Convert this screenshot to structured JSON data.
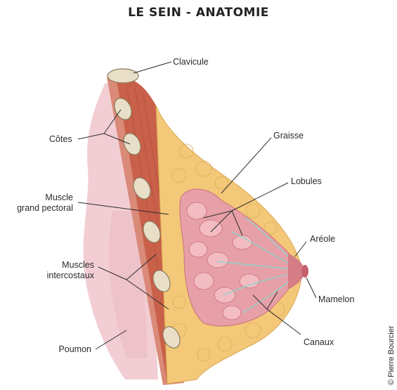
{
  "title": "LE SEIN - ANATOMIE",
  "credit": "© Pierre Bourcier",
  "labels": {
    "clavicule": "Clavicule",
    "cotes": "Côtes",
    "muscle_line1": "Muscle",
    "muscle_line2": "grand pectoral",
    "intercostaux_line1": "Muscles",
    "intercostaux_line2": "intercostaux",
    "poumon": "Poumon",
    "graisse": "Graisse",
    "lobules": "Lobules",
    "areole": "Aréole",
    "mamelon": "Mamelon",
    "canaux": "Canaux"
  },
  "colors": {
    "lung": "#f1c9cf",
    "muscle": "#c9604a",
    "fat": "#f3c878",
    "lobule": "#e7a0a8",
    "areola": "#d77d86",
    "nipple_ducts": "#8fd3c9",
    "bone": "#e9dfc8"
  }
}
